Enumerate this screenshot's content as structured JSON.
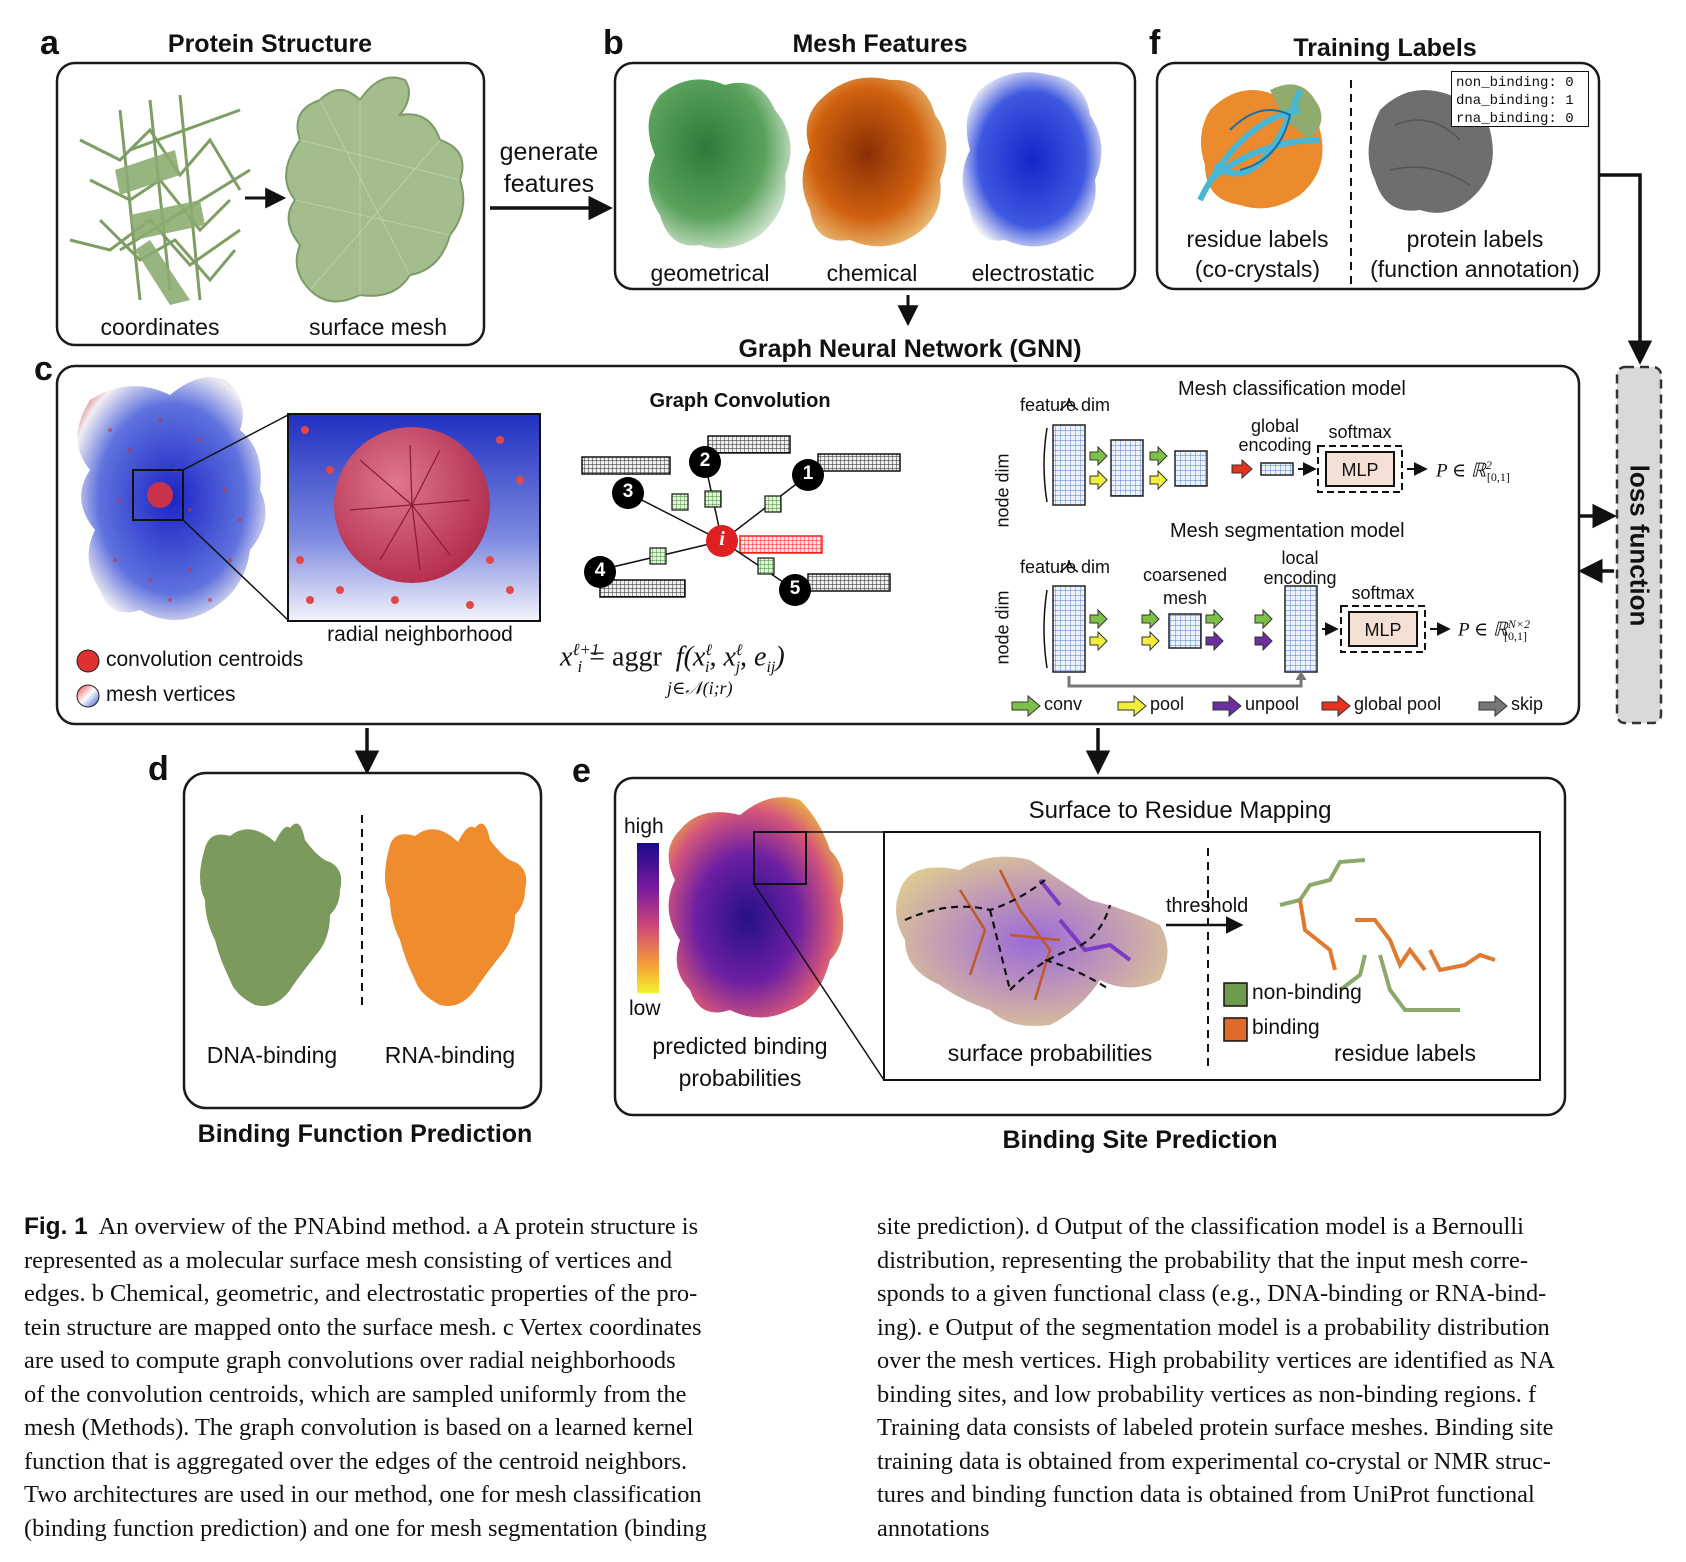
{
  "panel_a": {
    "letter": "a",
    "title": "Protein Structure",
    "label_coordinates": "coordinates",
    "label_surface_mesh": "surface mesh",
    "arrow_text_1": "generate",
    "arrow_text_2": "features"
  },
  "panel_b": {
    "letter": "b",
    "title": "Mesh Features",
    "label_geometrical": "geometrical",
    "label_chemical": "chemical",
    "label_electrostatic": "electrostatic"
  },
  "panel_f": {
    "letter": "f",
    "title": "Training Labels",
    "label_residue_1": "residue labels",
    "label_residue_2": "(co-crystals)",
    "label_protein_1": "protein labels",
    "label_protein_2": "(function annotation)",
    "code_lines": [
      "non_binding: 0",
      "dna_binding: 1",
      "rna_binding: 0"
    ]
  },
  "gnn_title": "Graph Neural Network (GNN)",
  "loss_label": "loss function",
  "panel_c": {
    "letter": "c",
    "radial_label": "radial neighborhood",
    "legend_centroids": "convolution centroids",
    "legend_vertices": "mesh vertices",
    "graph_conv_title": "Graph Convolution",
    "nodes": [
      "1",
      "2",
      "3",
      "4",
      "5",
      "i"
    ],
    "formula_lhs": "x",
    "formula_aggr": "aggr",
    "formula_sub": "j∈𝒩(i;r)",
    "classification_title": "Mesh classification model",
    "segmentation_title": "Mesh segmentation model",
    "feature_dim": "feature dim",
    "node_dim": "node dim",
    "global_encoding_1": "global",
    "global_encoding_2": "encoding",
    "softmax": "softmax",
    "mlp": "MLP",
    "coarsened_1": "coarsened",
    "coarsened_2": "mesh",
    "local_encoding_1": "local",
    "local_encoding_2": "encoding",
    "legend": [
      {
        "label": "conv",
        "color": "#7cc04a"
      },
      {
        "label": "pool",
        "color": "#f2ee3c"
      },
      {
        "label": "unpool",
        "color": "#6b2fa0"
      },
      {
        "label": "global pool",
        "color": "#e8321e"
      },
      {
        "label": "skip",
        "color": "#777777"
      }
    ]
  },
  "panel_d": {
    "letter": "d",
    "label_dna": "DNA-binding",
    "label_rna": "RNA-binding",
    "footer": "Binding Function Prediction"
  },
  "panel_e": {
    "letter": "e",
    "colorbar_high": "high",
    "colorbar_low": "low",
    "predicted_1": "predicted binding",
    "predicted_2": "probabilities",
    "mapping_title": "Surface to Residue Mapping",
    "threshold": "threshold",
    "surface_probabilities": "surface probabilities",
    "residue_labels": "residue labels",
    "legend_non_binding": "non-binding",
    "legend_binding": "binding",
    "footer": "Binding Site Prediction"
  },
  "caption": {
    "fig": "Fig. 1",
    "col1_lines": [
      "An overview of the PNAbind method. a A protein structure is",
      "represented as a molecular surface mesh consisting of vertices and",
      "edges. b Chemical, geometric, and electrostatic properties of the pro-",
      "tein structure are mapped onto the surface mesh. c Vertex coordinates",
      "are used to compute graph convolutions over radial neighborhoods",
      "of the convolution centroids, which are sampled uniformly from the",
      "mesh (Methods). The graph convolution is based on a learned kernel",
      "function that is aggregated over the edges of the centroid neighbors.",
      "Two architectures are used in our method, one for mesh classification",
      "(binding function prediction) and one for mesh segmentation (binding"
    ],
    "col2_lines": [
      "site prediction). d Output of the classification model is a Bernoulli",
      "distribution, representing the probability that the input mesh corre-",
      "sponds to a given functional class (e.g., DNA-binding or RNA-bind-",
      "ing). e Output of the segmentation model is a probability distribution",
      "over the mesh vertices. High probability vertices are identified as NA",
      "binding sites, and low probability vertices as non-binding regions. f",
      "Training data consists of labeled protein surface meshes. Binding site",
      "training data is obtained from experimental co-crystal or NMR struc-",
      "tures and binding function data is obtained from UniProt functional",
      "annotations"
    ]
  },
  "colors": {
    "green_mesh": "#8fae78",
    "orange_rna": "#ee8c2e",
    "dna_green": "#7c9a5c",
    "loss_fill": "#d9d9d9",
    "mlp_fill": "#f4e0d4",
    "grid_blue": "#4a7bd0"
  }
}
